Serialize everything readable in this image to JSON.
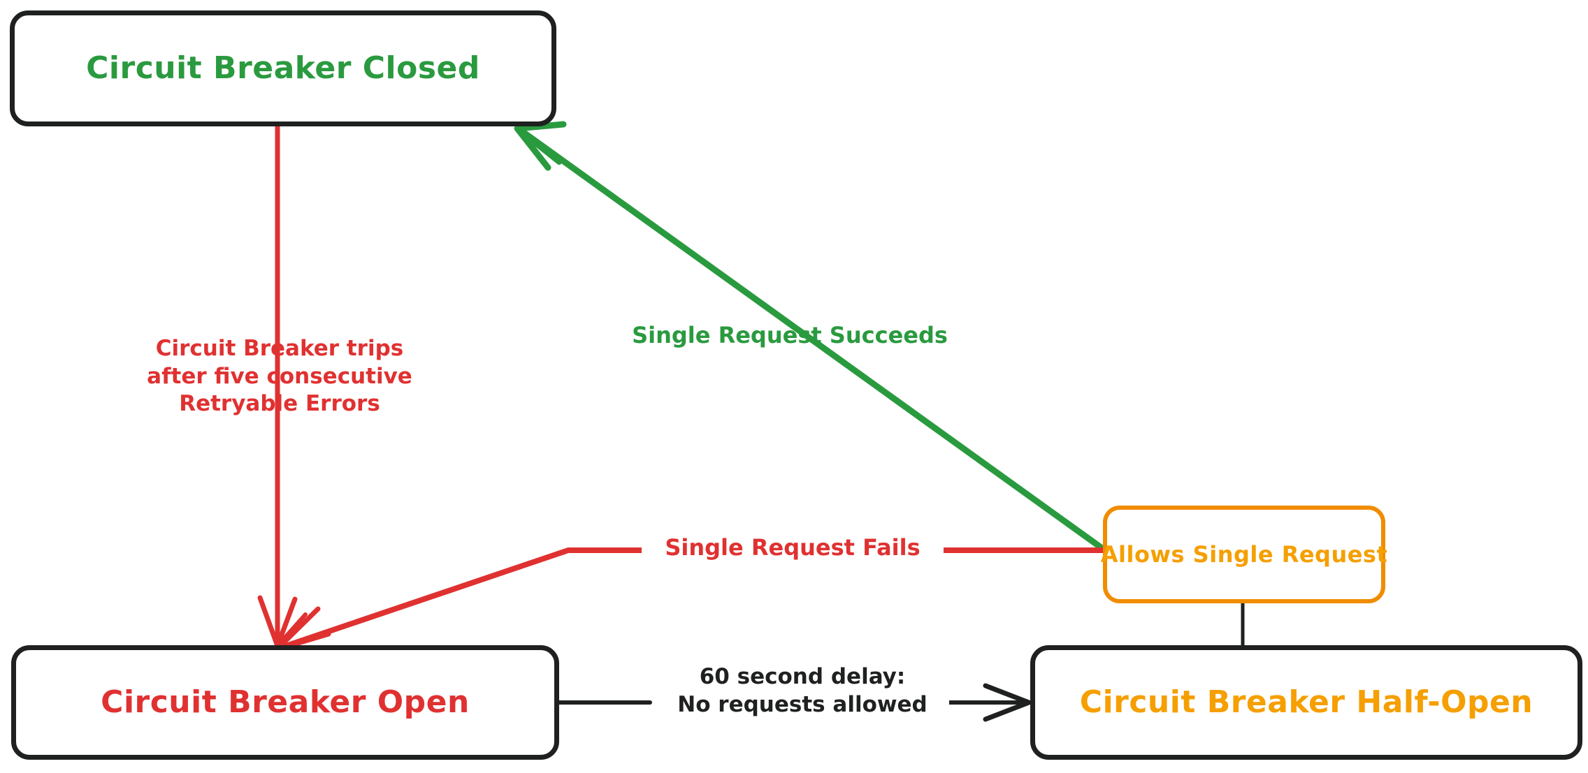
{
  "diagram": {
    "type": "state-flowchart",
    "title": "Circuit Breaker State Transitions",
    "colors": {
      "closed": "#2a9a3f",
      "open": "#e03131",
      "half_open": "#f59f00",
      "allows": "#f08c00",
      "node_border": "#1f2020",
      "background": "#ffffff"
    },
    "nodes": [
      {
        "id": "closed",
        "label": "Circuit Breaker Closed",
        "text_color": "#2a9a3f",
        "border_color": "#1f2020"
      },
      {
        "id": "open",
        "label": "Circuit Breaker Open",
        "text_color": "#e03131",
        "border_color": "#1f2020"
      },
      {
        "id": "half_open",
        "label": "Circuit Breaker Half-Open",
        "text_color": "#f59f00",
        "border_color": "#1f2020"
      },
      {
        "id": "allows",
        "label": "Allows Single Request",
        "text_color": "#f59f00",
        "border_color": "#f08c00"
      }
    ],
    "edges": [
      {
        "id": "closed-to-open",
        "from": "closed",
        "to": "open",
        "label": "Circuit Breaker trips\nafter five consecutive\nRetryable Errors",
        "color": "#e03131",
        "arrow": true
      },
      {
        "id": "allows-to-closed",
        "from": "allows",
        "to": "closed",
        "label": "Single Request Succeeds",
        "color": "#2a9a3f",
        "arrow": true
      },
      {
        "id": "allows-to-open",
        "from": "allows",
        "to": "open",
        "label": "Single Request Fails",
        "color": "#e03131",
        "arrow": true
      },
      {
        "id": "open-to-halfopen",
        "from": "open",
        "to": "half_open",
        "label": "60 second delay:\nNo requests allowed",
        "color": "#1f2020",
        "arrow": true
      },
      {
        "id": "halfopen-to-allows",
        "from": "half_open",
        "to": "allows",
        "label": "",
        "color": "#1f2020",
        "arrow": false
      }
    ]
  }
}
